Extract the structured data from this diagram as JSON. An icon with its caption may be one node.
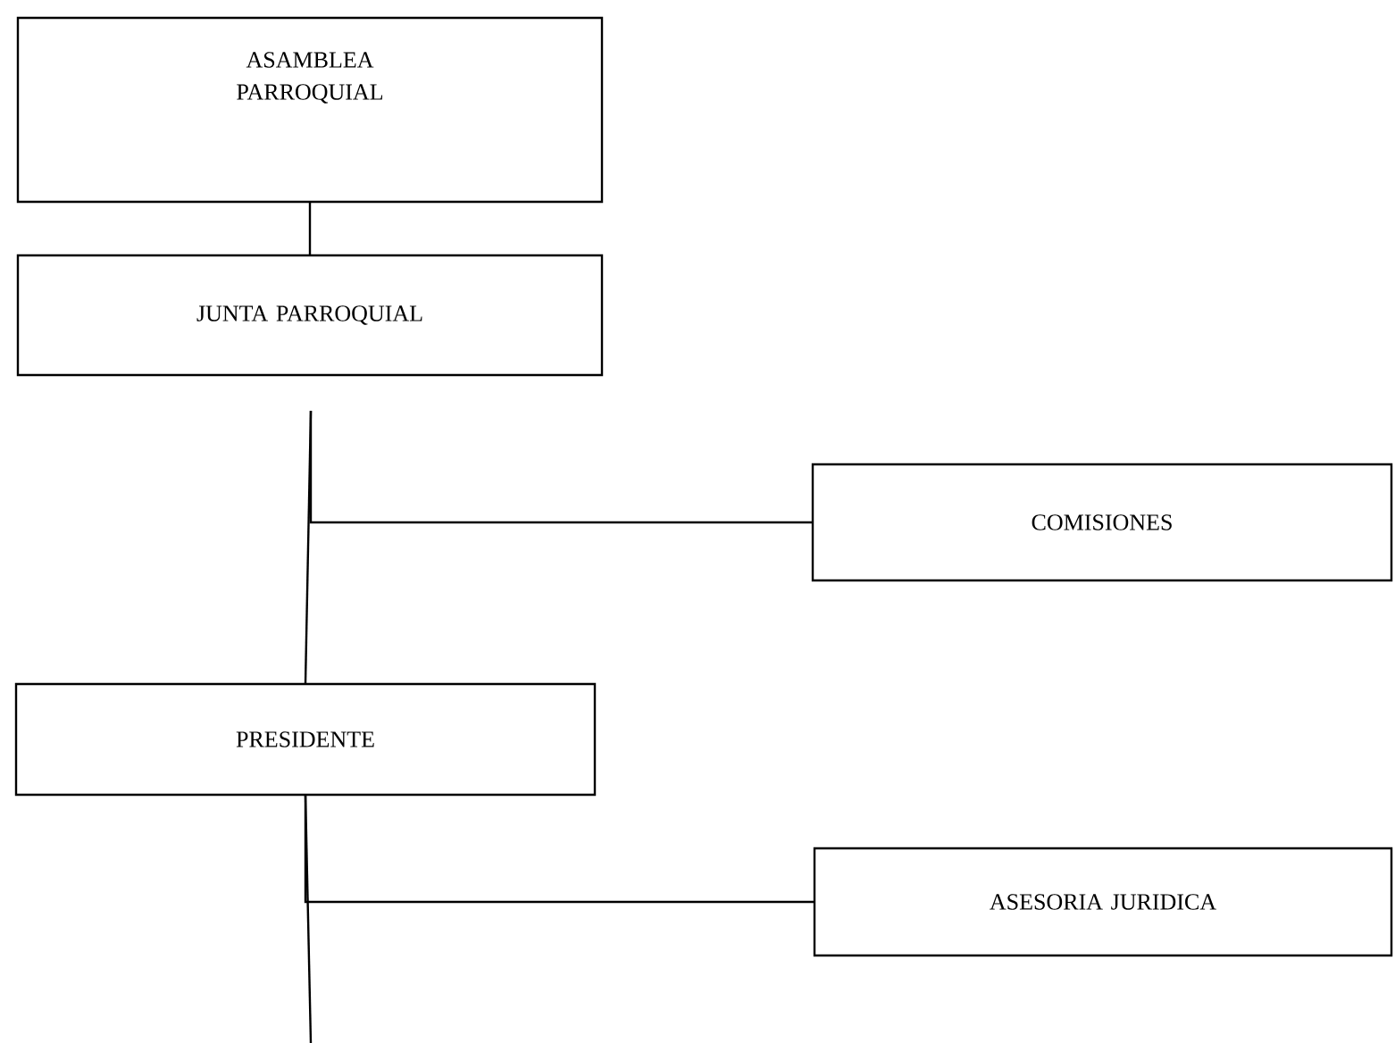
{
  "diagram": {
    "nodes": [
      {
        "text": [
          "ASAMBLEA PARROQUIAL"
        ]
      },
      {
        "text": [
          "JUNTA PARROQUIAL"
        ]
      },
      {
        "text": [
          "COMISIONES"
        ]
      },
      {
        "text": [
          "PRESIDENTE"
        ]
      },
      {
        "text": [
          "ASESORIA JURIDICA"
        ]
      }
    ],
    "edges": [
      {
        "from": 0,
        "to": 1,
        "arrow": "none"
      },
      {
        "from": 1,
        "to": 3,
        "arrow": "none"
      },
      {
        "from": 1,
        "to": 2,
        "arrow": "none"
      },
      {
        "from": 3,
        "to": 4,
        "arrow": "none"
      },
      {
        "from": 3,
        "to": null,
        "arrow": "none"
      }
    ]
  }
}
